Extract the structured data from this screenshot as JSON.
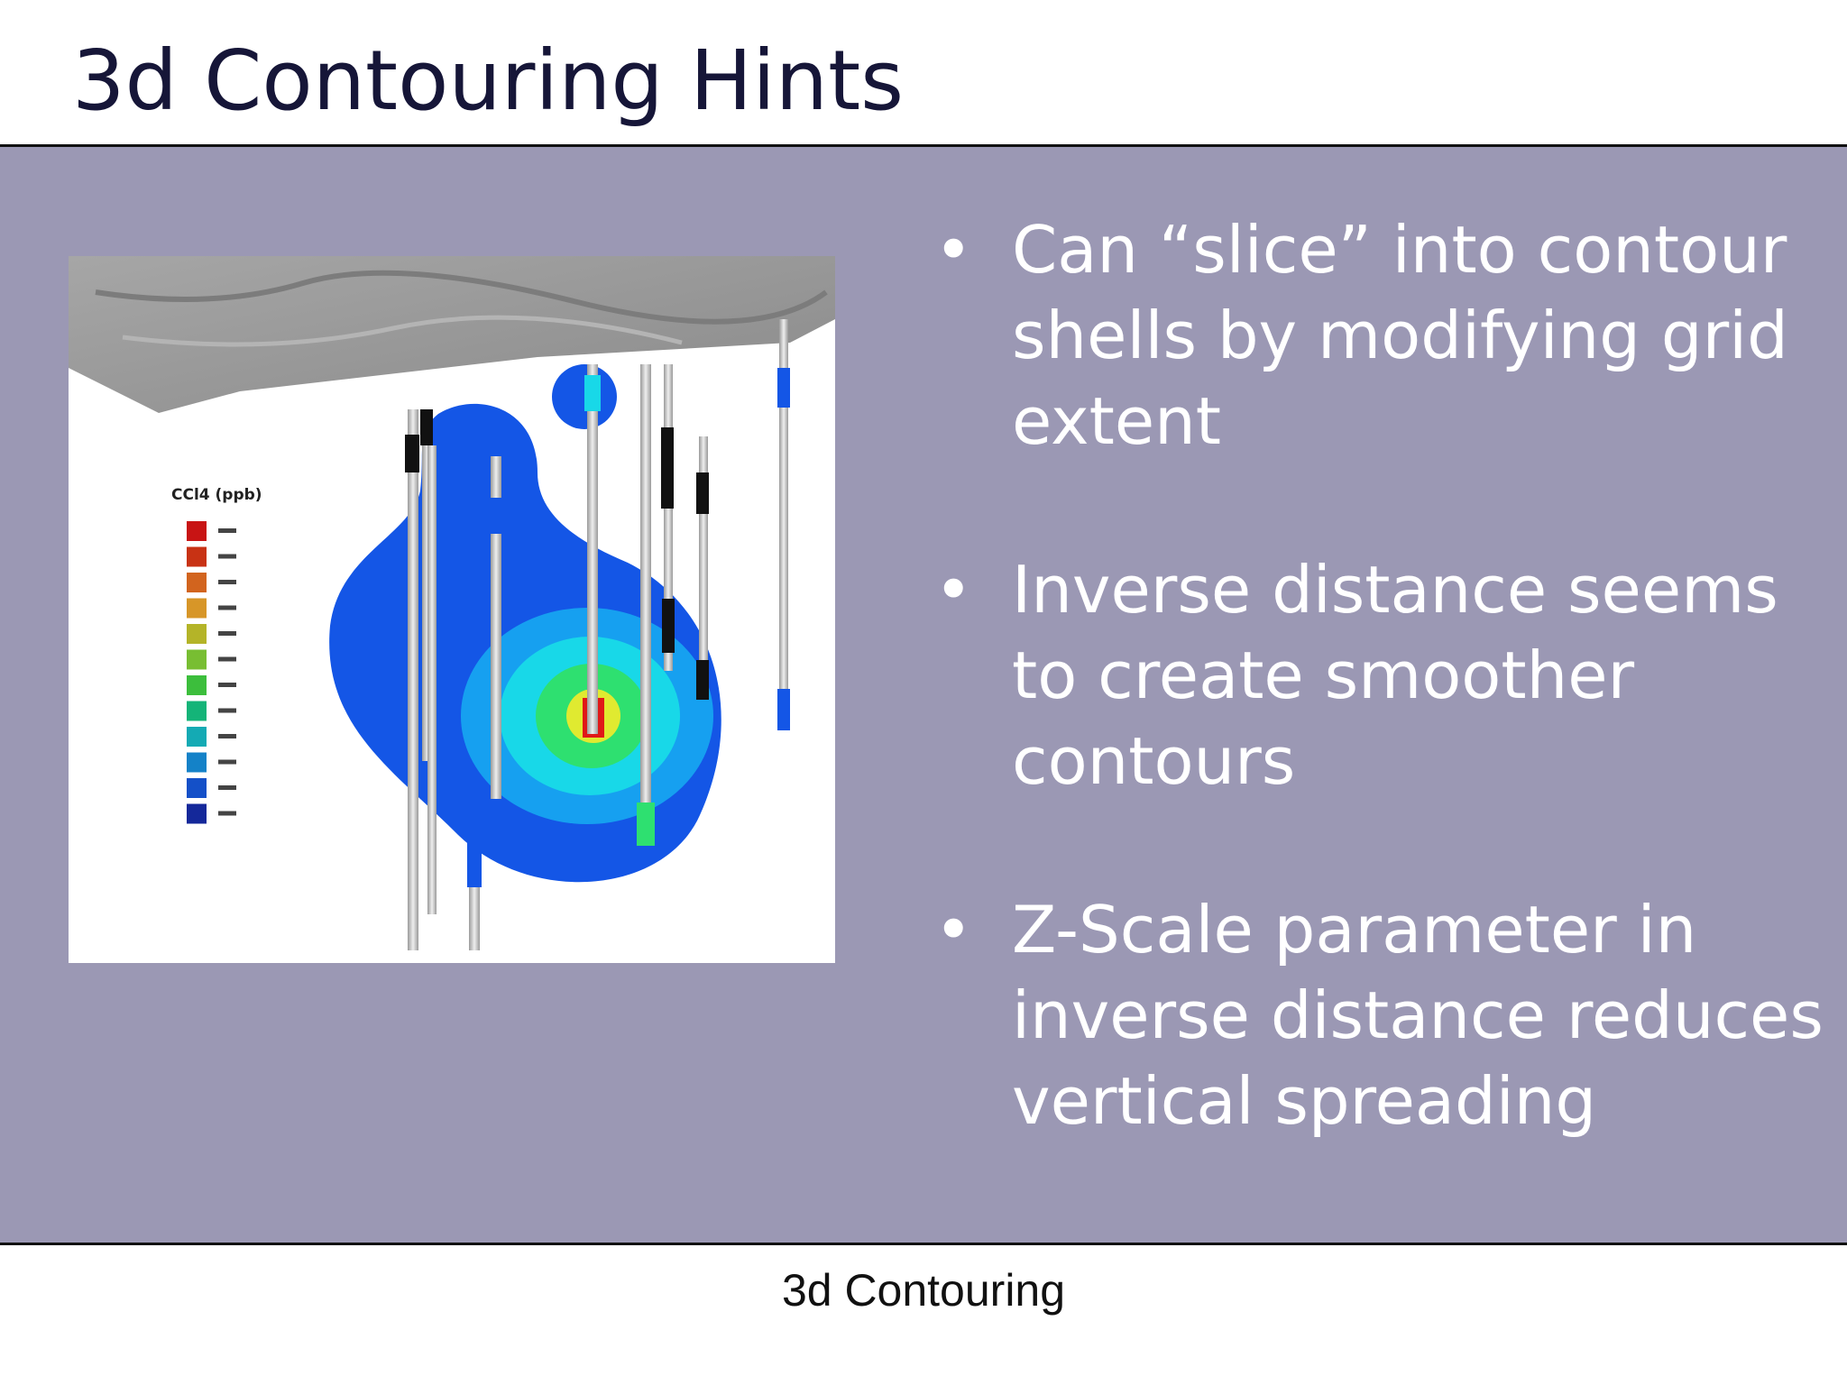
{
  "slide": {
    "title": "3d Contouring Hints",
    "footer": "3d Contouring"
  },
  "bullets": [
    {
      "marker": "•",
      "text": "Can “slice” into contour shells by modifying grid extent"
    },
    {
      "marker": "•",
      "text": "Inverse distance seems to create smoother contours"
    },
    {
      "marker": "•",
      "text": "Z-Scale parameter in inverse distance reduces vertical spreading"
    }
  ],
  "figure": {
    "legend_title": "CCl4 (ppb)",
    "legend_colors": [
      "#c81414",
      "#c83214",
      "#d2641e",
      "#d79628",
      "#b4b428",
      "#78be32",
      "#3cbe3c",
      "#14b478",
      "#14aab4",
      "#1482c8",
      "#1450c8",
      "#14289a"
    ],
    "plume_colors": {
      "outer": "#1456e6",
      "mid": "#16a0f0",
      "inner_cyan": "#18d8e8",
      "green": "#2ee070",
      "yellow": "#e0ea30",
      "core": "#e01818"
    }
  },
  "colors": {
    "content_background": "#9b98b4",
    "title_text": "#161638",
    "bullet_text": "#ffffff"
  }
}
